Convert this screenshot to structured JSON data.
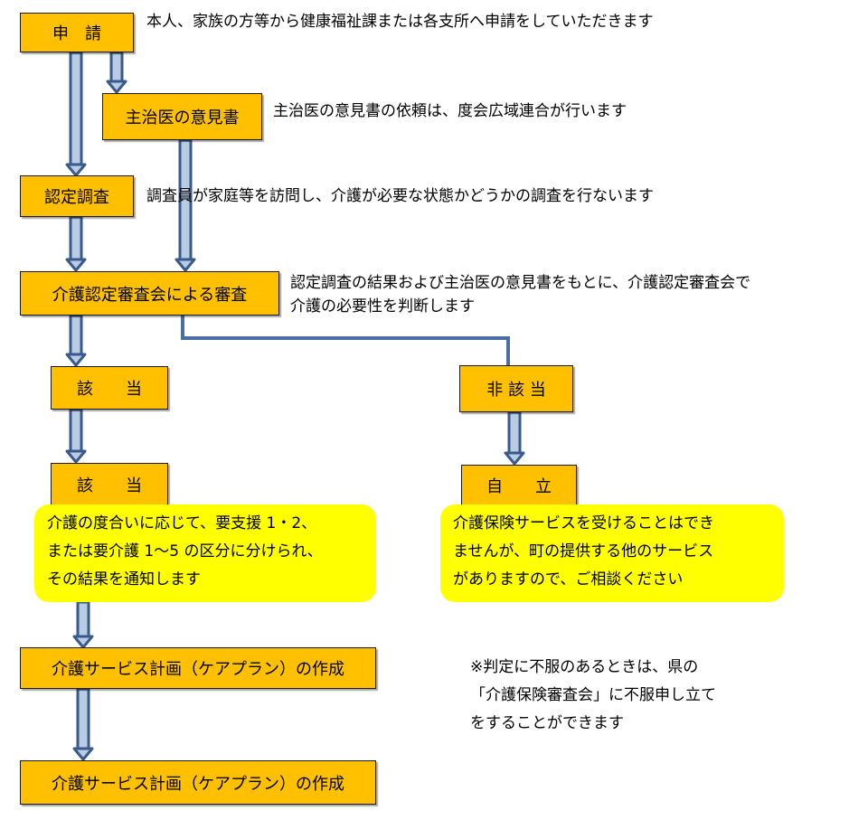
{
  "boxes": {
    "apply": "申　請",
    "doctor_opinion": "主治医の意見書",
    "certification_survey": "認定調査",
    "committee_review": "介護認定審査会による審査",
    "eligible_1": "該　　当",
    "not_eligible": "非 該 当",
    "eligible_2": "該　　当",
    "independent": "自　　立",
    "care_plan_1": "介護サービス計画（ケアプラン）の作成",
    "care_plan_2": "介護サービス計画（ケアプラン）の作成"
  },
  "notes": {
    "apply": "本人、家族の方等から健康福祉課または各支所へ申請をしていただきます",
    "doctor_opinion": "主治医の意見書の依頼は、度会広域連合が行います",
    "certification_survey": "調査員が家庭等を訪問し、介護が必要な状態かどうかの調査を行ないます",
    "committee_review_line1": "認定調査の結果および主治医の意見書をもとに、介護認定審査会で",
    "committee_review_line2": "介護の必要性を判断します",
    "appeal_line1": "※判定に不服のあるときは、県の",
    "appeal_line2": "「介護保険審査会」に不服申し立て",
    "appeal_line3": "をすることができます"
  },
  "bubbles": {
    "eligible": [
      "介護の度合いに応じて、要支援 1・2、",
      "または要介護 1～5 の区分に分けられ、",
      "その結果を通知します"
    ],
    "independent": [
      "介護保険サービスを受けることはでき",
      "ませんが、町の提供する他のサービス",
      "がありますので、ご相談ください"
    ]
  },
  "colors": {
    "box_fill": "#FFC000",
    "bubble_fill": "#FFFF00",
    "arrow_outline": "#3A5A8C",
    "arrow_fill": "#B8CCE4",
    "connector": "#4A6FA5"
  }
}
